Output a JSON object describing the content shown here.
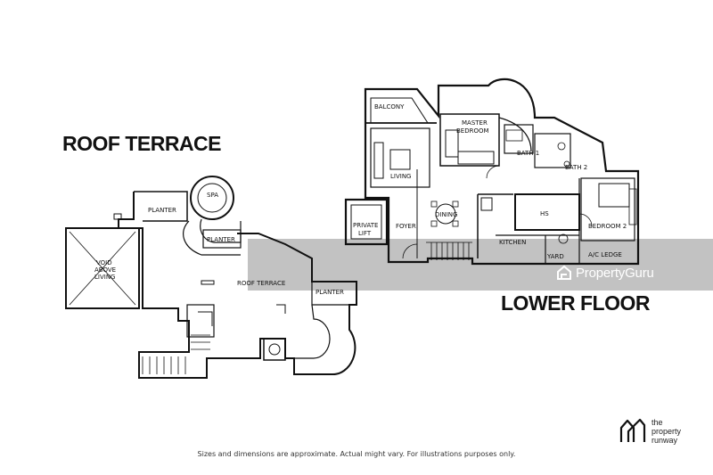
{
  "titles": {
    "roof": "ROOF TERRACE",
    "lower": "LOWER FLOOR"
  },
  "roof_labels": {
    "planter_1": "PLANTER",
    "spa": "SPA",
    "planter_2": "PLANTER",
    "void_line1": "VOID",
    "void_line2": "ABOVE",
    "void_line3": "LIVING",
    "roof_terrace": "ROOF TERRACE",
    "planter_3": "PLANTER"
  },
  "lower_labels": {
    "balcony": "BALCONY",
    "master_line1": "MASTER",
    "master_line2": "BEDROOM",
    "bath1": "BATH 1",
    "bath2": "BATH 2",
    "living": "LIVING",
    "private_line1": "PRIVATE",
    "private_line2": "LIFT",
    "foyer": "FOYER",
    "dining": "DINING",
    "hs": "HS",
    "bedroom2": "BEDROOM 2",
    "kitchen": "KITCHEN",
    "yard": "YARD",
    "ac_ledge": "A/C LEDGE"
  },
  "watermark": "PropertyGuru",
  "logo": {
    "line1": "the",
    "line2": "property",
    "line3": "runway"
  },
  "disclaimer": "Sizes and dimensions are approximate. Actual might vary. For illustrations purposes only.",
  "colors": {
    "line": "#111111",
    "watermark_band": "#9a9a9a"
  }
}
